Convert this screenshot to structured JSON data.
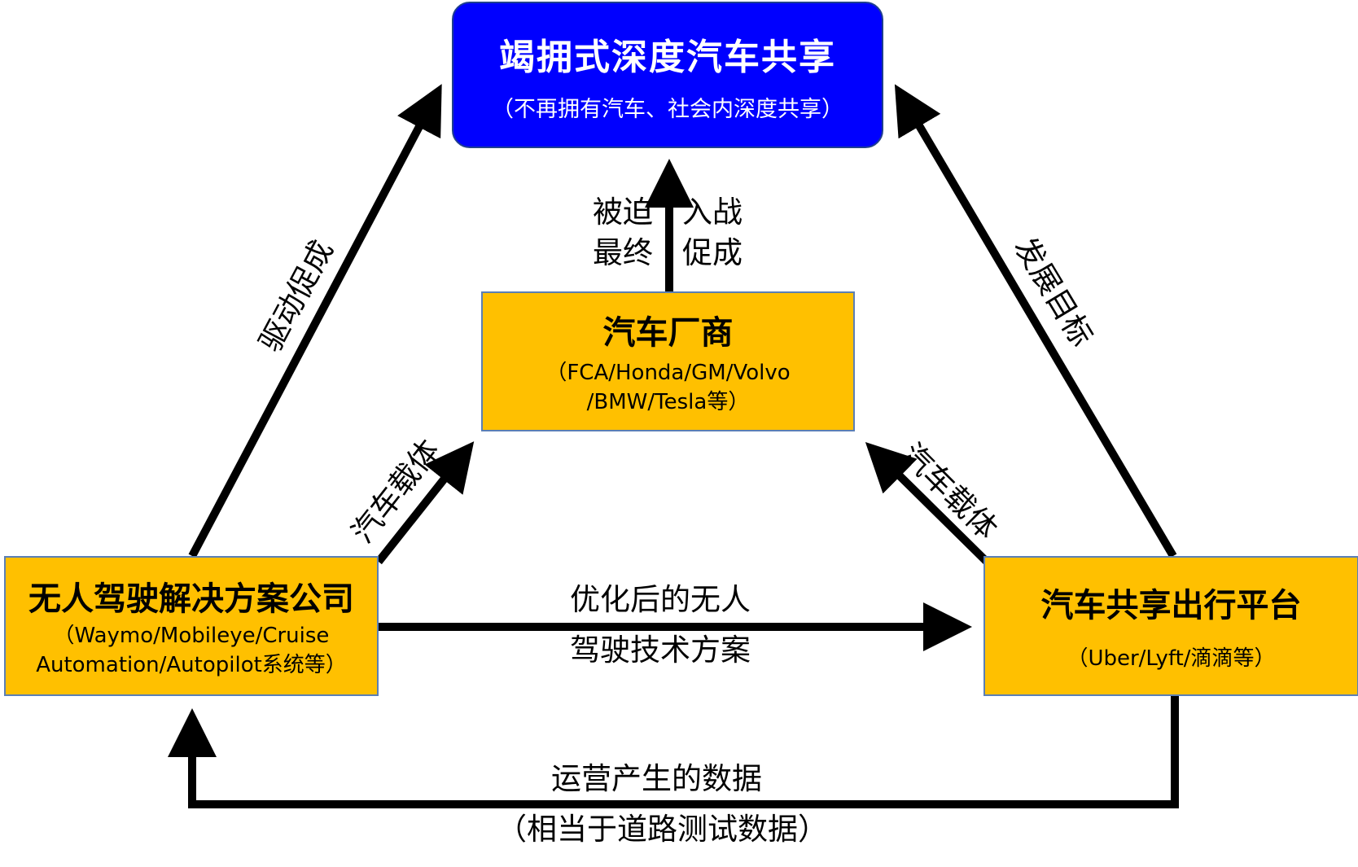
{
  "top_box": {
    "title": "竭拥式深度汽车共享",
    "subtitle": "（不再拥有汽车、社会内深度共享）",
    "fill": "#0000ff"
  },
  "middle_box": {
    "title": "汽车厂商",
    "subtitle_line1": "（FCA/Honda/GM/Volvo",
    "subtitle_line2": "/BMW/Tesla等）",
    "fill": "#ffc000"
  },
  "left_box": {
    "title": "无人驾驶解决方案公司",
    "subtitle_line1": "（Waymo/Mobileye/Cruise",
    "subtitle_line2": "Automation/Autopilot系统等）",
    "fill": "#ffc000"
  },
  "right_box": {
    "title": "汽车共享出行平台",
    "subtitle": "（Uber/Lyft/滴滴等）",
    "fill": "#ffc000"
  },
  "edges": {
    "left_to_top": "驱动促成",
    "right_to_top": "发展目标",
    "mid_to_top_left_1": "被迫",
    "mid_to_top_left_2": "最终",
    "mid_to_top_right_1": "入战",
    "mid_to_top_right_2": "促成",
    "left_to_mid": "汽车载体",
    "right_to_mid": "汽车载体",
    "left_to_right_1": "优化后的无人",
    "left_to_right_2": "驾驶技术方案",
    "right_to_left_1": "运营产生的数据",
    "right_to_left_2": "（相当于道路测试数据）"
  }
}
